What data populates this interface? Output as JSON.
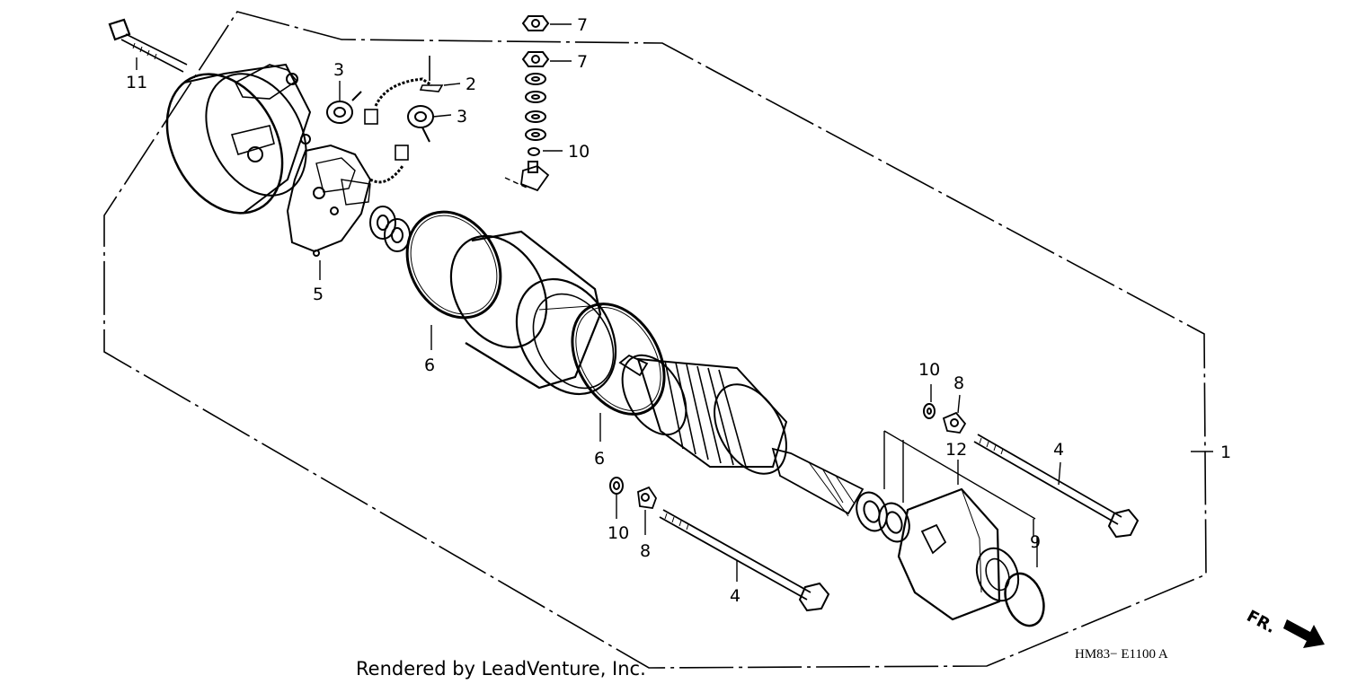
{
  "diagram": {
    "callouts": {
      "c1": "1",
      "c2": "2",
      "c3a": "3",
      "c3b": "3",
      "c4a": "4",
      "c4b": "4",
      "c5": "5",
      "c6a": "6",
      "c6b": "6",
      "c7a": "7",
      "c7b": "7",
      "c8a": "8",
      "c8b": "8",
      "c9": "9",
      "c10a": "10",
      "c10b": "10",
      "c10c": "10",
      "c11": "11",
      "c12": "12"
    },
    "drawing_code": "HM83− E1100 A",
    "credit": "Rendered by LeadVenture, Inc.",
    "direction_label": "FR."
  }
}
